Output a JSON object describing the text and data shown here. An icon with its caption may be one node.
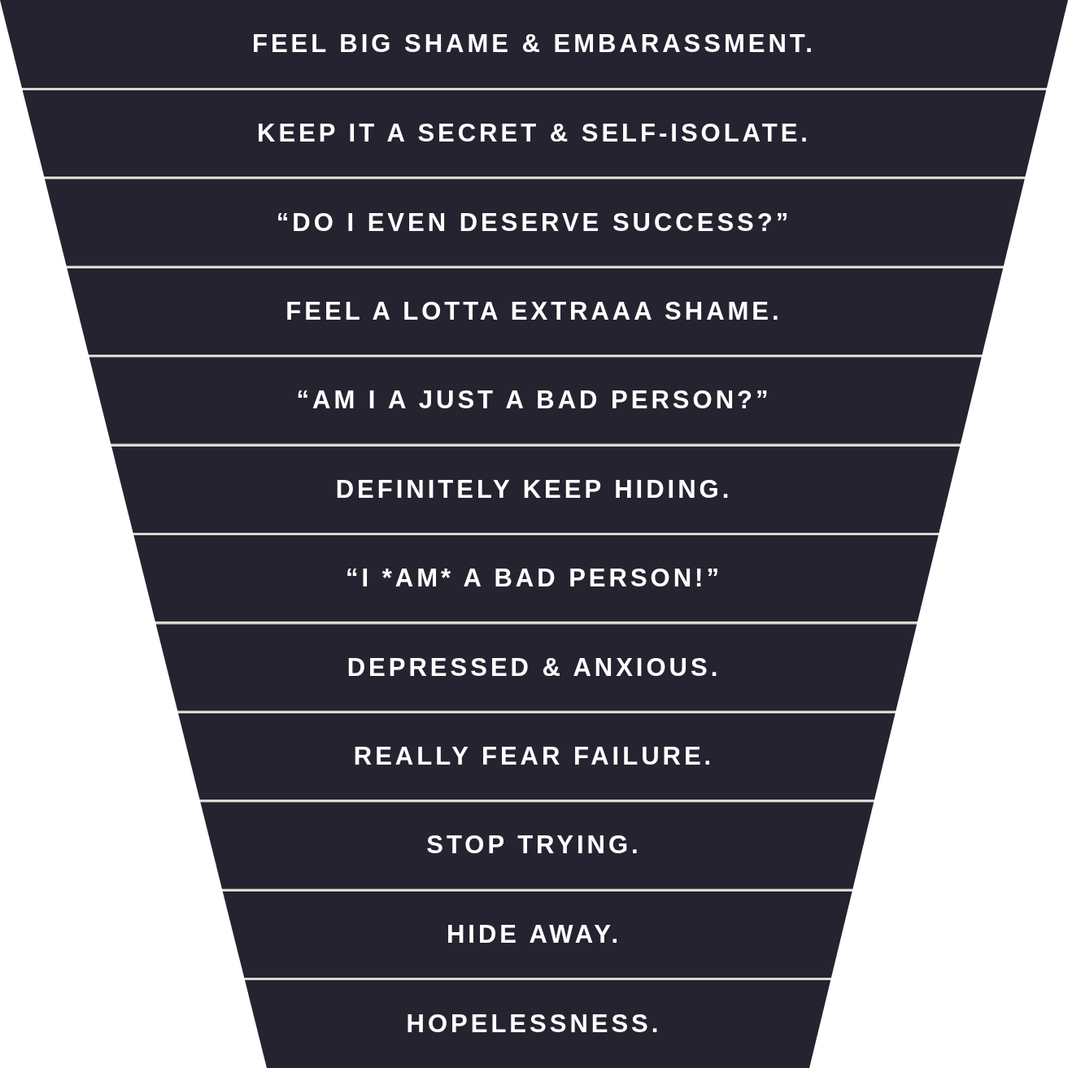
{
  "diagram": {
    "nodes": [
      {
        "text": [
          "FEEL BIG SHAME & EMBARASSMENT."
        ]
      },
      {
        "text": [
          "KEEP IT A SECRET & SELF-ISOLATE."
        ]
      },
      {
        "text": [
          "“DO I EVEN DESERVE SUCCESS?”"
        ]
      },
      {
        "text": [
          "FEEL A LOTTA EXTRAAA SHAME."
        ]
      },
      {
        "text": [
          "“AM I A JUST A BAD PERSON?”"
        ]
      },
      {
        "text": [
          "DEFINITELY KEEP HIDING."
        ]
      },
      {
        "text": [
          "“I *AM* A BAD PERSON!”"
        ]
      },
      {
        "text": [
          "DEPRESSED & ANXIOUS."
        ]
      },
      {
        "text": [
          "REALLY FEAR FAILURE."
        ]
      },
      {
        "text": [
          "STOP TRYING."
        ]
      },
      {
        "text": [
          "HIDE AWAY."
        ]
      },
      {
        "text": [
          "HOPELESSNESS."
        ]
      }
    ]
  }
}
